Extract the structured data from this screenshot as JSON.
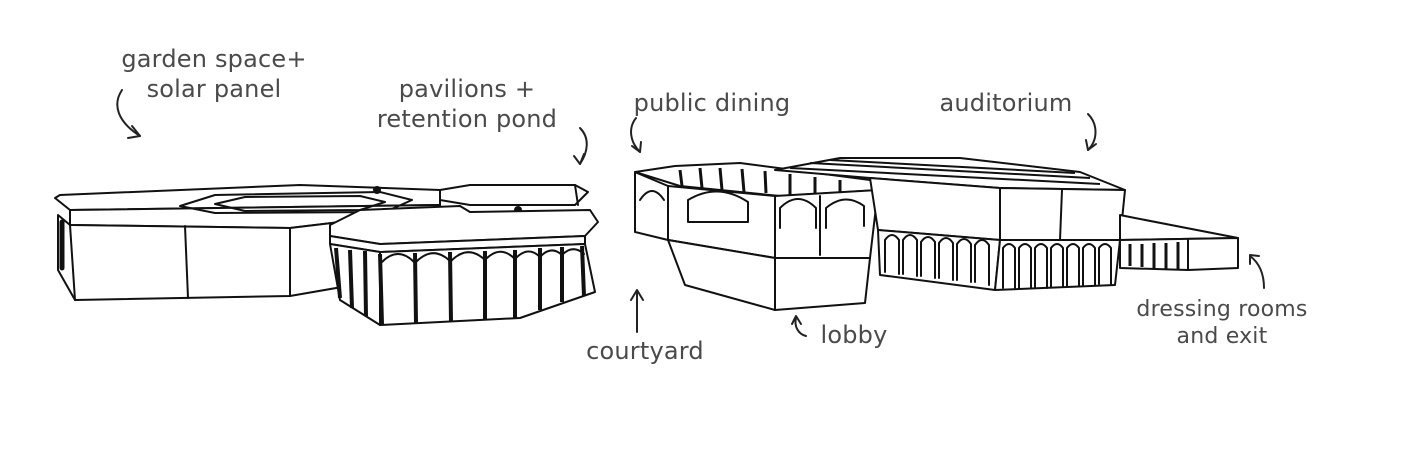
{
  "labels": {
    "garden": [
      "garden space+",
      "solar panel"
    ],
    "pavilions": [
      "pavilions +",
      "retention pond"
    ],
    "public_dining": "public dining",
    "auditorium": "auditorium",
    "courtyard": "courtyard",
    "lobby": "lobby",
    "dressing": [
      "dressing rooms",
      "and exit"
    ]
  },
  "colors": {
    "ink": "#111111",
    "label_text": "#4a4a4a",
    "background": "#ffffff"
  }
}
